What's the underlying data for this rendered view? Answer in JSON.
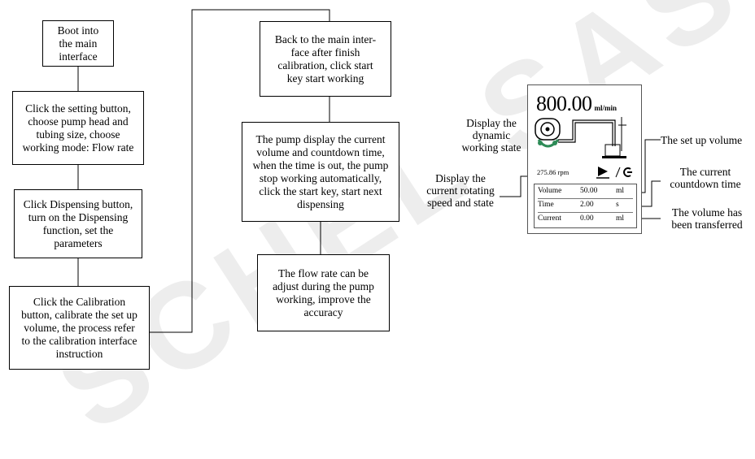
{
  "flowchart": {
    "left_column": [
      [
        "Boot into",
        "the main",
        "interface"
      ],
      [
        "Click the setting button,",
        "choose pump head and",
        "tubing size, choose",
        "working mode: Flow rate"
      ],
      [
        "Click Dispensing button,",
        "turn on the Dispensing",
        "function, set the",
        "parameters"
      ],
      [
        "Click the Calibration",
        "button, calibrate the set up",
        "volume, the process refer",
        "to the calibration interface",
        "instruction"
      ]
    ],
    "right_column": [
      [
        "Back to the main inter-",
        "face after finish",
        "calibration, click start",
        "key start working"
      ],
      [
        "The pump display the current",
        "volume and countdown time,",
        "when the time is out, the pump",
        "stop working automatically,",
        "click the start key, start next",
        "dispensing"
      ],
      [
        "The flow rate can be",
        "adjust during the pump",
        "working, improve the",
        "accuracy"
      ]
    ]
  },
  "screen": {
    "flow_value": "800.00",
    "flow_unit": "ml/min",
    "speed": "275.86 rpm",
    "rows": [
      {
        "label": "Volume",
        "value": "50.00",
        "unit": "ml"
      },
      {
        "label": "Time",
        "value": "2.00",
        "unit": "s"
      },
      {
        "label": "Current",
        "value": "0.00",
        "unit": "ml"
      }
    ]
  },
  "annotations": {
    "dynamic_state": [
      "Display the",
      "dynamic",
      "working state"
    ],
    "rotating_speed": [
      "Display the",
      "current rotating",
      "speed and state"
    ],
    "set_volume": [
      "The set up volume"
    ],
    "countdown": [
      "The current",
      "countdown time"
    ],
    "transferred": [
      "The volume has",
      "been transferred"
    ]
  },
  "watermark": "SCHEL SAS"
}
